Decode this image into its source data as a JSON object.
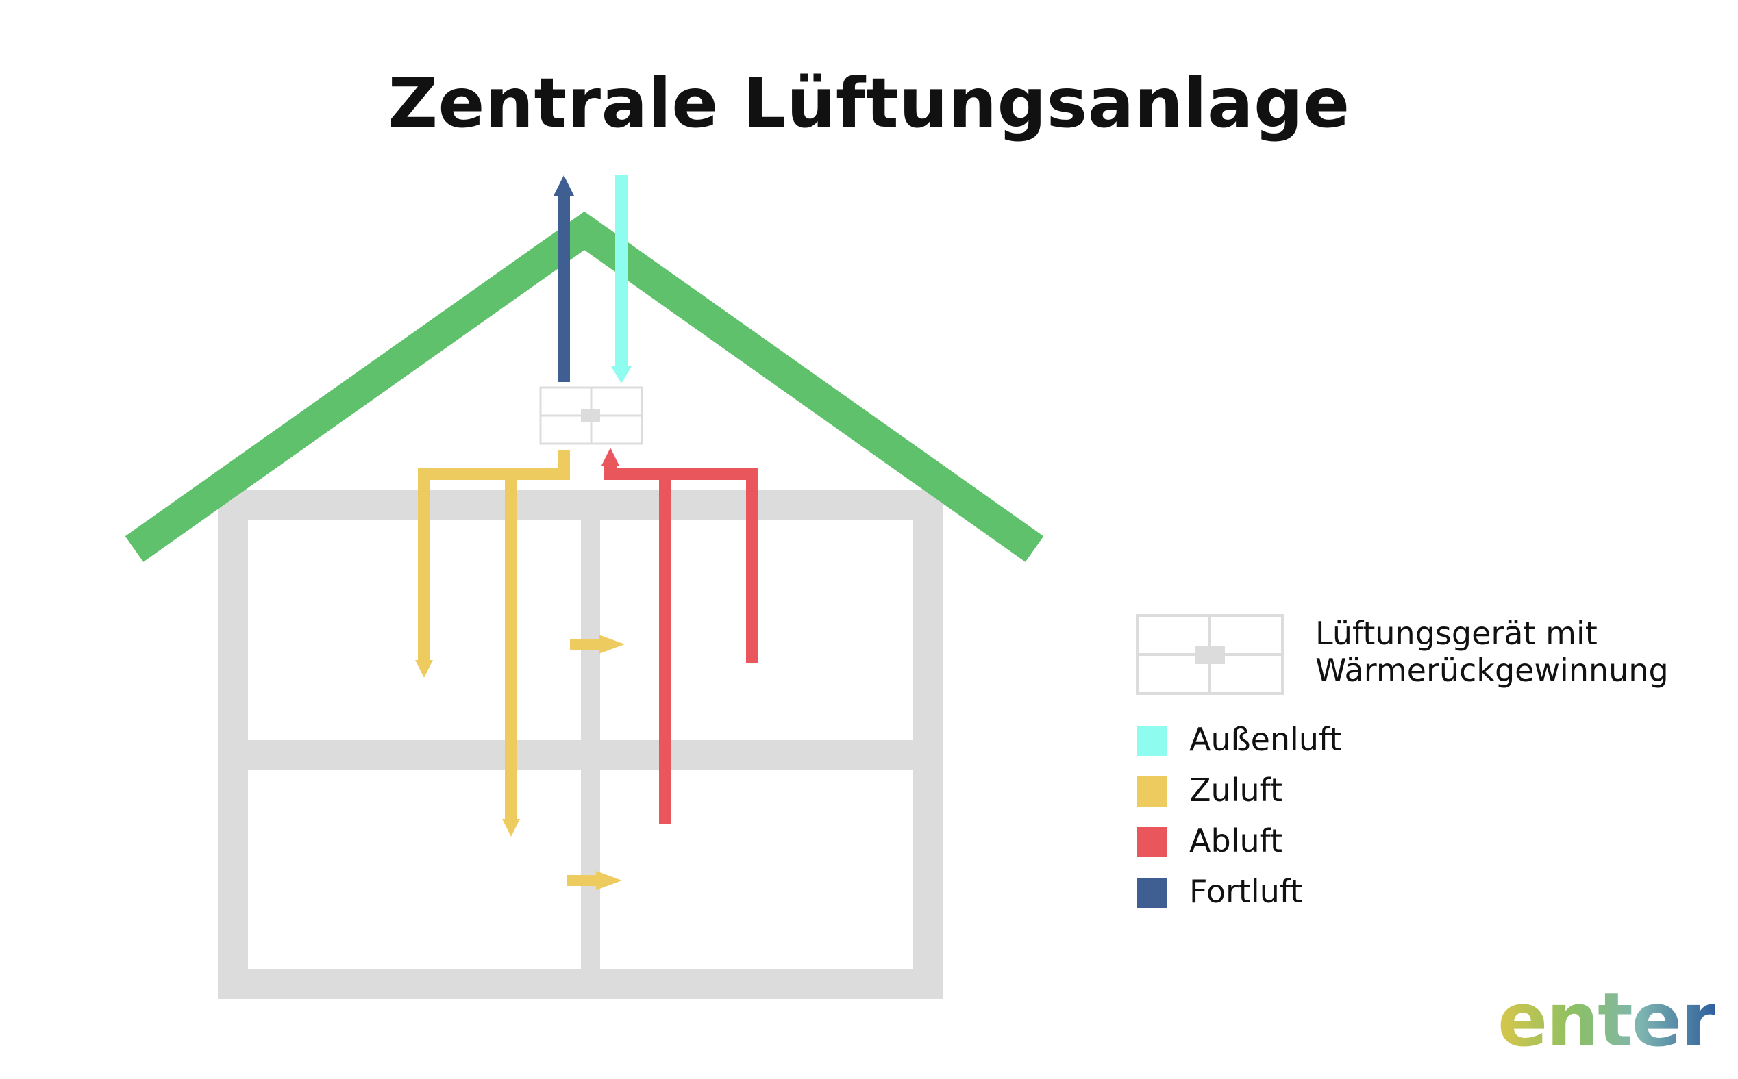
{
  "title": "Zentrale Lüftungsanlage",
  "colors": {
    "roof": "#5fc16b",
    "walls": "#dcdcdc",
    "aussenluft": "#8ffcf0",
    "zuluft": "#eecb5f",
    "abluft": "#e9565c",
    "fortluft": "#3f5f93",
    "device": "#d9d9d9"
  },
  "legend": {
    "device_line1": "Lüftungsgerät mit",
    "device_line2": "Wärmerückgewinnung",
    "items": [
      {
        "label": "Außenluft",
        "color": "#8ffcf0"
      },
      {
        "label": "Zuluft",
        "color": "#eecb5f"
      },
      {
        "label": "Abluft",
        "color": "#e9565c"
      },
      {
        "label": "Fortluft",
        "color": "#3f5f93"
      }
    ]
  },
  "logo": "enter"
}
